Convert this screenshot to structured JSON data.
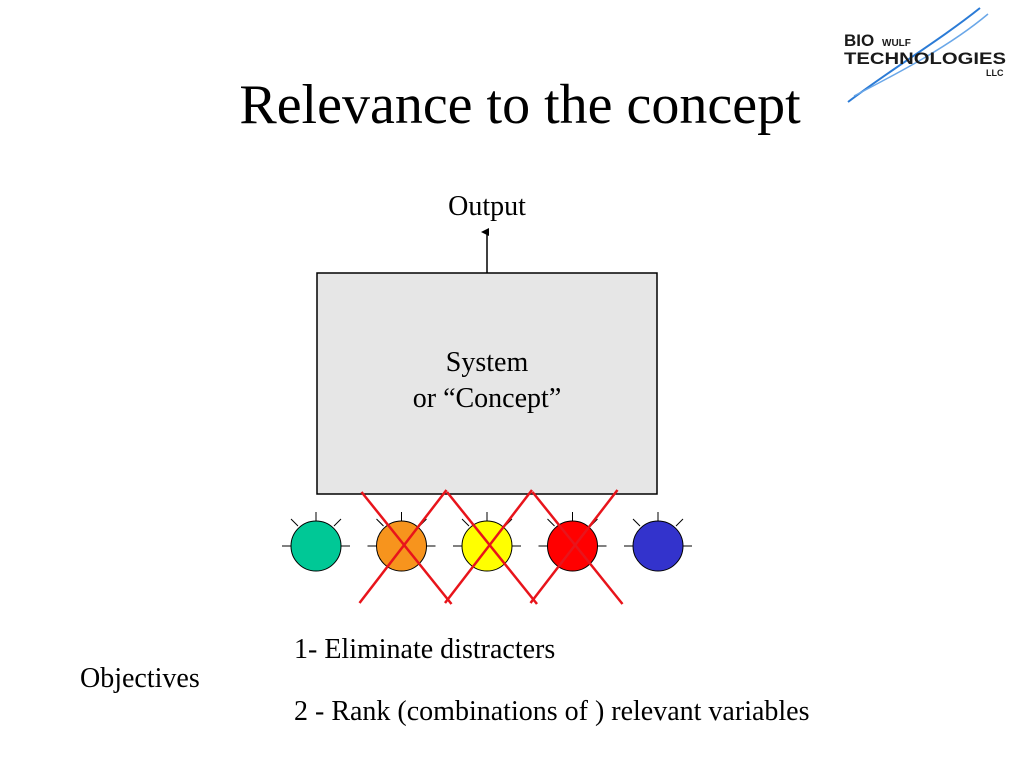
{
  "title": "Relevance to the concept",
  "logo": {
    "line1_a": "BIO",
    "line1_b": "WULF",
    "line2": "TECHNOLOGIES",
    "line3": "LLC"
  },
  "diagram": {
    "output_label": "Output",
    "system_line1": "System",
    "system_line2": "or “Concept”",
    "box_fill": "#e6e6e6",
    "cross_color": "#e8141b",
    "inputs": [
      {
        "color": "#00c896",
        "eliminated": false
      },
      {
        "color": "#f7941d",
        "eliminated": true
      },
      {
        "color": "#ffff00",
        "eliminated": true
      },
      {
        "color": "#ff0000",
        "eliminated": true
      },
      {
        "color": "#3333cc",
        "eliminated": false
      }
    ]
  },
  "objectives": {
    "label": "Objectives",
    "items": [
      "1- Eliminate distracters",
      "2 - Rank (combinations of ) relevant variables"
    ]
  }
}
